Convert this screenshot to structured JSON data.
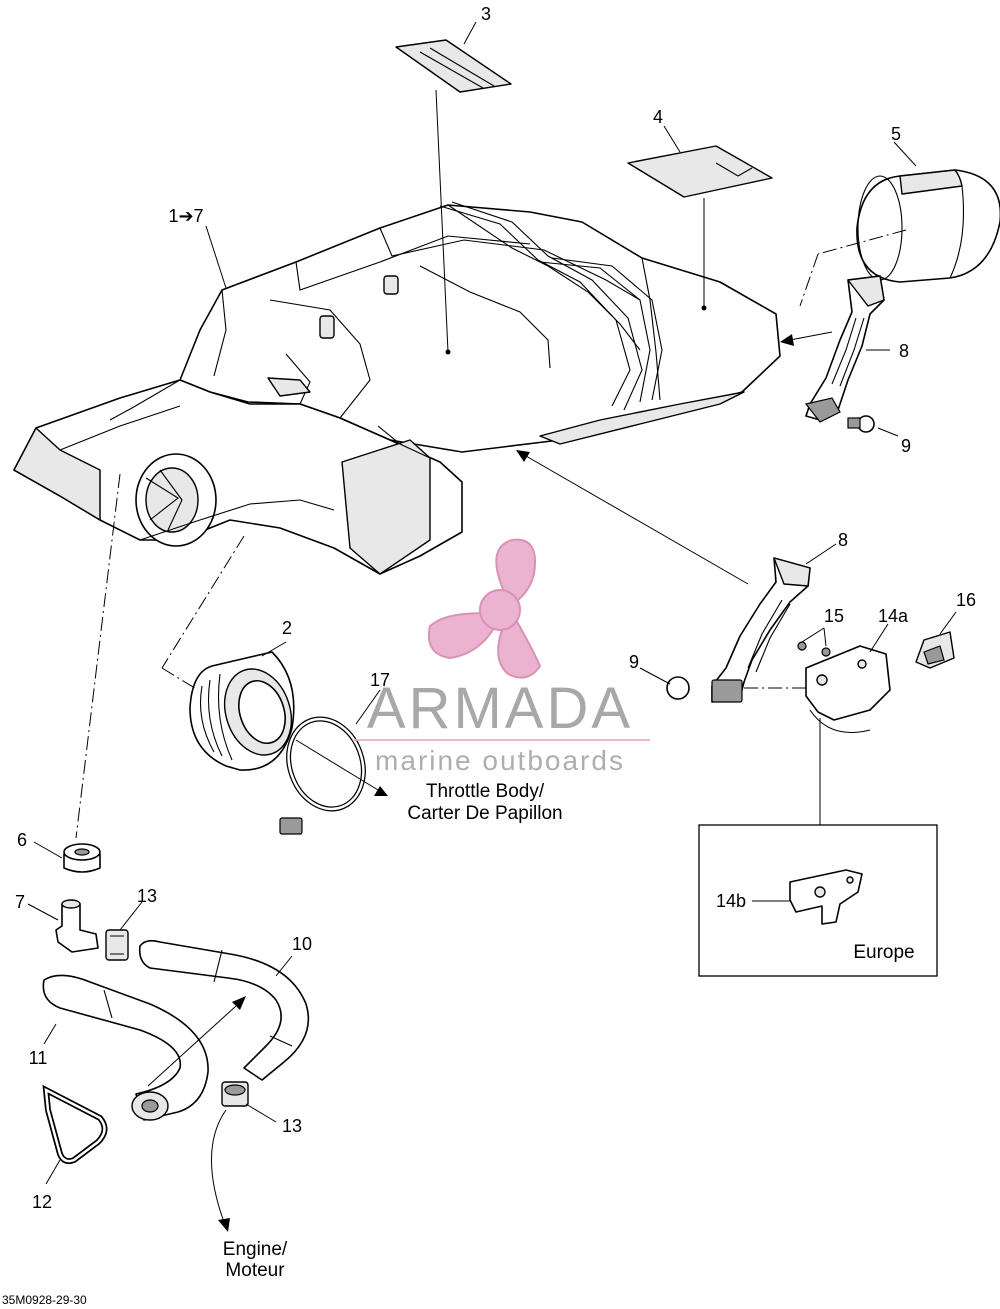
{
  "callouts": {
    "c3": "3",
    "c4": "4",
    "c5": "5",
    "c1_7": "1➔7",
    "c8_top": "8",
    "c9_top": "9",
    "c8_mid": "8",
    "c9_mid": "9",
    "c15": "15",
    "c14a": "14a",
    "c16": "16",
    "c2": "2",
    "c17": "17",
    "c6": "6",
    "c7": "7",
    "c13_top": "13",
    "c10": "10",
    "c11": "11",
    "c12": "12",
    "c13_bottom": "13",
    "c14b": "14b"
  },
  "captions": {
    "throttle_line1": "Throttle Body/",
    "throttle_line2": "Carter De Papillon",
    "engine_line1": "Engine/",
    "engine_line2": "Moteur",
    "europe": "Europe"
  },
  "watermark": {
    "title": "ARMADA",
    "subtitle": "marine outboards",
    "logo_icon": "propeller-icon",
    "color_logo": "#e8a6c8",
    "color_text": "#8c8c8c"
  },
  "reference_code": "35M0928-29-30"
}
